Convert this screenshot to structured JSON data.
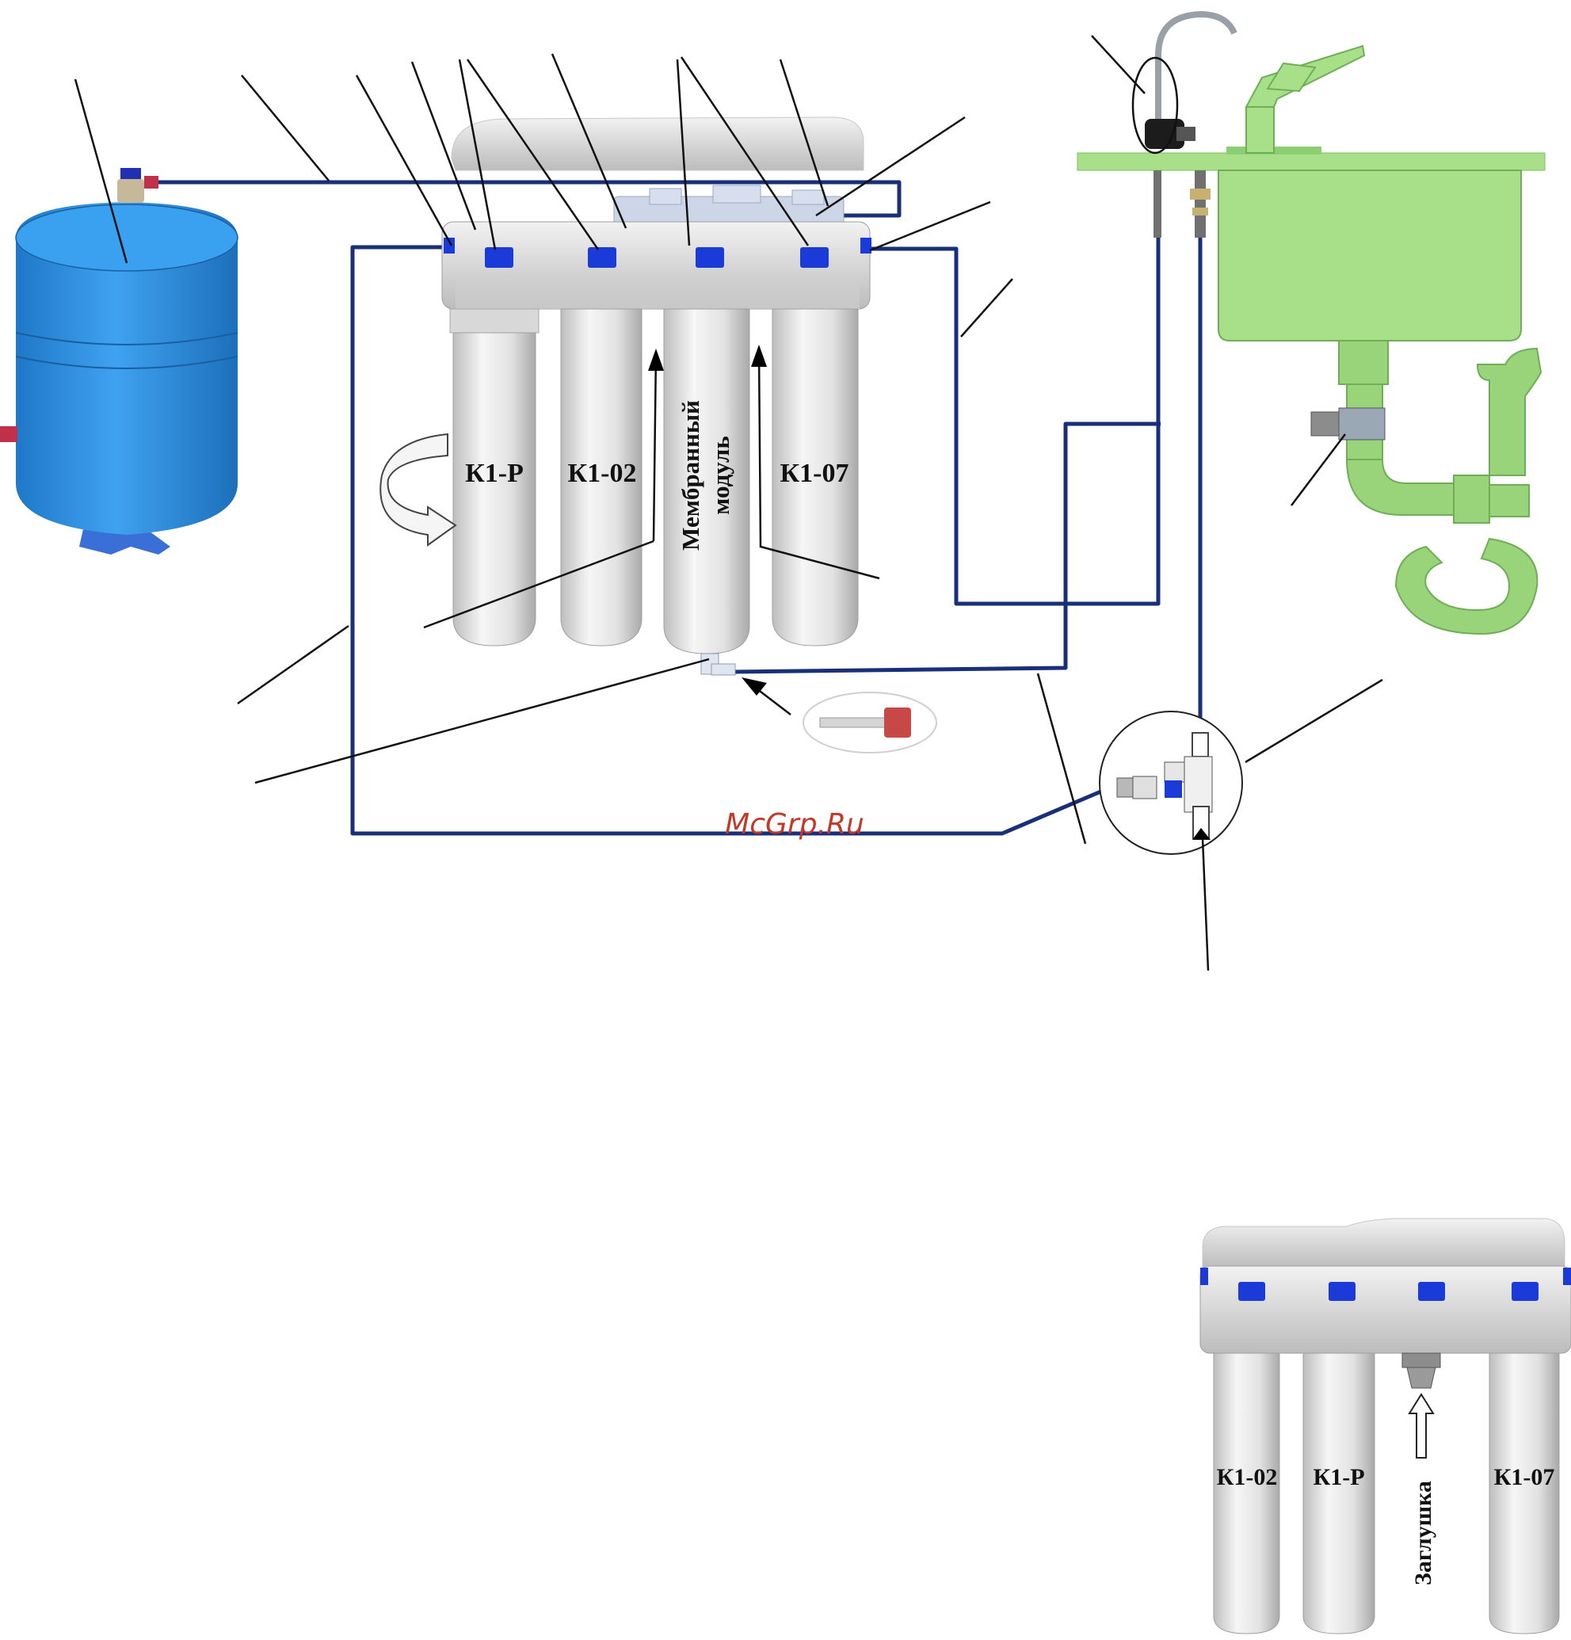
{
  "diagram": {
    "labels": {
      "k1p": "К1-Р",
      "k102": "К1-02",
      "membrane_line1": "Мембранный",
      "membrane_line2": "модуль",
      "k107": "К1-07"
    },
    "watermark": "McGrp.Ru"
  },
  "inset": {
    "labels": {
      "k102": "К1-02",
      "k1p": "К1-Р",
      "plug": "Заглушка",
      "k107": "К1-07"
    }
  },
  "colors": {
    "tube": "#1a2f7a",
    "tank": "#2f8fe0",
    "sink": "#a8e08a",
    "pipe": "#9ad47a",
    "housing": "#e4e4e4",
    "cap_blue": "#1a3bd8",
    "watermark": "#c0392b"
  }
}
